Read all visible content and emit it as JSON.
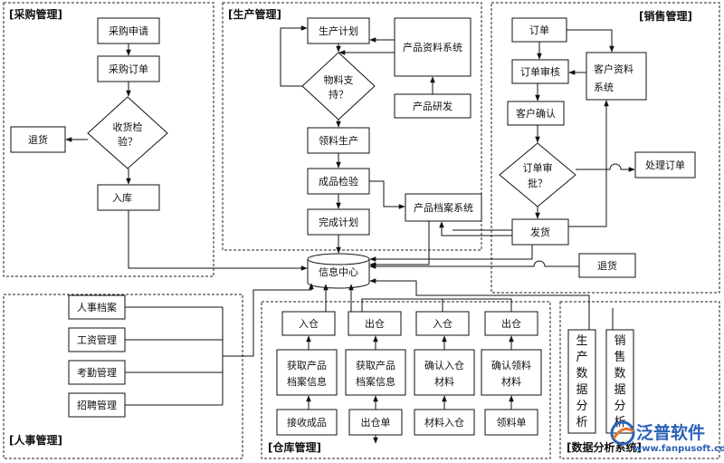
{
  "sections": {
    "purchase": "[采购管理]",
    "production": "[生产管理]",
    "sales": "[销售管理]",
    "hr": "[人事管理]",
    "warehouse": "[仓库管理]",
    "analysis": "[数据分析系统]"
  },
  "purchase": {
    "apply": "采购申请",
    "order": "采购订单",
    "inspect": [
      "收货检",
      "验？"
    ],
    "return": "退货",
    "instock": "入库"
  },
  "production": {
    "plan": "生产计划",
    "material": [
      "物料支",
      "持？"
    ],
    "pick": "领料生产",
    "qc": "成品检验",
    "done": "完成计划",
    "product_info": "产品资料系统",
    "rnd": "产品研发"
  },
  "center": {
    "info": "信息中心",
    "archive": "产品档案系统"
  },
  "sales": {
    "order": "订单",
    "review": "订单审核",
    "confirm": "客户确认",
    "approve": [
      "订单审",
      "批？"
    ],
    "process": "处理订单",
    "customer": [
      "客户资料",
      "系统"
    ],
    "ship": "发货",
    "return": "退货"
  },
  "hr": {
    "items": [
      "人事档案",
      "工资管理",
      "考勤管理",
      "招聘管理"
    ]
  },
  "warehouse": {
    "columns": [
      {
        "top": "入仓",
        "mid": [
          "获取产品",
          "档案信息"
        ],
        "bottom": "接收成品"
      },
      {
        "top": "出仓",
        "mid": [
          "获取产品",
          "档案信息"
        ],
        "bottom": "出仓单"
      },
      {
        "top": "入仓",
        "mid": [
          "确认入仓",
          "材料"
        ],
        "bottom": "材料入仓"
      },
      {
        "top": "出仓",
        "mid": [
          "确认领料",
          "材料"
        ],
        "bottom": "领料单"
      }
    ]
  },
  "analysis": {
    "production": [
      "生",
      "产",
      "数",
      "据",
      "分",
      "析"
    ],
    "sales": [
      "销",
      "售",
      "数",
      "据",
      "分",
      "析"
    ]
  },
  "logo": {
    "name": "泛普软件",
    "url": "www.fanpusoft.com",
    "color": "#2a62b8"
  }
}
